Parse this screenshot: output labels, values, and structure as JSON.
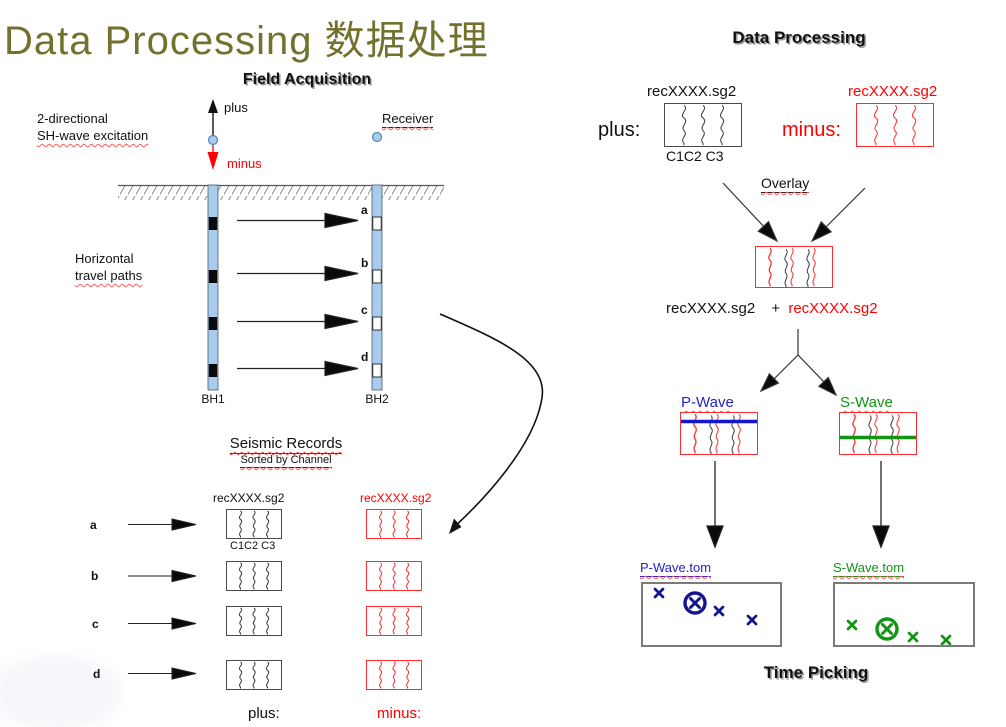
{
  "slide_title": "Data Processing 数据处理",
  "colors": {
    "title_olive": "#72722E",
    "red": "#FF0000",
    "p_wave_blue": "#2222CC",
    "p_marker_navy": "#14148C",
    "s_wave_green": "#129512",
    "borehole_light_blue": "#A8CCEE"
  },
  "field_acquisition": {
    "heading": "Field Acquisition",
    "excitation_line1": "2-directional",
    "excitation_line2": "SH-wave excitation",
    "plus_label": "plus",
    "minus_label": "minus",
    "receiver_label": "Receiver",
    "paths_line1": "Horizontal",
    "paths_line2": "travel paths",
    "bh1_label": "BH1",
    "bh2_label": "BH2",
    "depth_labels": [
      "a",
      "b",
      "c",
      "d"
    ]
  },
  "seismic_records": {
    "heading": "Seismic Records",
    "subheading": "Sorted by Channel",
    "row_labels": [
      "a",
      "b",
      "c",
      "d"
    ],
    "file_plus": "recXXXX.sg2",
    "file_minus": "recXXXX.sg2",
    "channel_labels": "C1C2 C3",
    "plus_caption": "plus:",
    "minus_caption": "minus:"
  },
  "processing": {
    "heading": "Data Processing",
    "file_plus": "recXXXX.sg2",
    "file_minus": "recXXXX.sg2",
    "plus_caption": "plus:",
    "minus_caption": "minus:",
    "channel_labels": "C1C2 C3",
    "overlay_label": "Overlay",
    "sum_left": "recXXXX.sg2",
    "sum_operator": "+",
    "sum_right": "recXXXX.sg2",
    "p_wave_label": "P-Wave",
    "s_wave_label": "S-Wave",
    "p_tom_label": "P-Wave.tom",
    "s_tom_label": "S-Wave.tom",
    "time_picking_heading": "Time Picking"
  }
}
